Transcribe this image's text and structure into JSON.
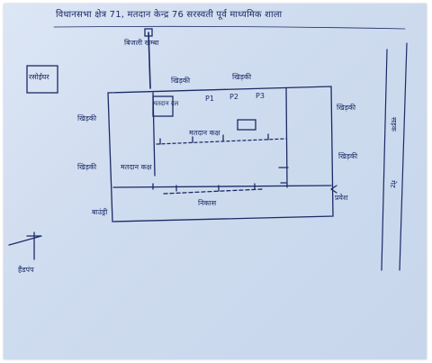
{
  "document": {
    "title": "विधानसभा क्षेत्र 71, मतदान केन्द्र 76 सरस्वती पूर्व माध्यमिक शाला",
    "labels": {
      "electric_pole": "बिजली खम्बा",
      "boundary": "बाउंड्री",
      "kitchen": "रसोईघर",
      "booth_room": "मतदान कक्ष",
      "polling_party": "मतदान दल",
      "window": "खिड़की",
      "entry": "प्रवेश",
      "exit": "निकास",
      "p1": "P1",
      "p2": "P2",
      "p3": "P3",
      "handpump": "हैंडपंप",
      "road": "सड़क",
      "gate": "गेट"
    },
    "colors": {
      "ink": "#1c2a66",
      "paper": "#d3dff1"
    }
  }
}
